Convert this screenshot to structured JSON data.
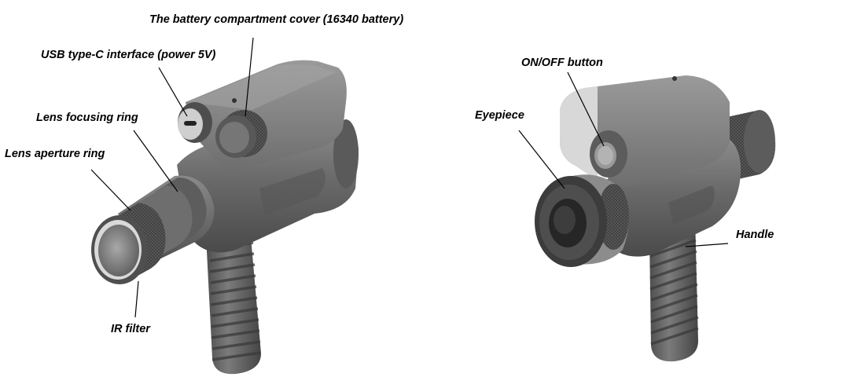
{
  "labels": {
    "battery_cover": "The battery compartment cover (16340 battery)",
    "usb": "USB type-C interface (power 5V)",
    "focus_ring": "Lens focusing ring",
    "aperture_ring": "Lens aperture ring",
    "ir_filter": "IR filter",
    "on_off": "ON/OFF button",
    "eyepiece": "Eyepiece",
    "handle": "Handle"
  }
}
